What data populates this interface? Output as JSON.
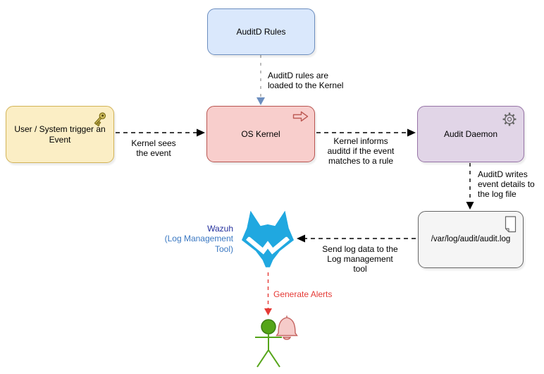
{
  "nodes": {
    "auditd_rules": {
      "label": "AuditD Rules"
    },
    "user_event": {
      "label": "User / System trigger an\nEvent",
      "icon": "key-icon"
    },
    "os_kernel": {
      "label": "OS Kernel",
      "icon": "jump-arrow-icon"
    },
    "audit_daemon": {
      "label": "Audit Daemon",
      "icon": "gear-icon"
    },
    "log_file": {
      "label": "/var/log/audit/audit.log",
      "icon": "document-icon"
    },
    "wazuh": {
      "title": "Wazuh",
      "subtitle": "(Log Management\nTool)",
      "icon": "wazuh-fox-logo"
    },
    "alert_recipient": {
      "icons": [
        "person-icon",
        "bell-icon"
      ]
    }
  },
  "edges": {
    "rules_to_kernel": {
      "label": "AuditD rules are\nloaded to the Kernel",
      "style": "dashed",
      "line_color": "#999999",
      "arrowhead_color": "#6c8ebf"
    },
    "user_to_kernel": {
      "label": "Kernel sees\nthe event",
      "style": "dashed",
      "line_color": "#000000"
    },
    "kernel_to_daemon": {
      "label": "Kernel informs\nauditd if the event\nmatches to a rule",
      "style": "dashed",
      "line_color": "#000000"
    },
    "daemon_to_log": {
      "label": "AuditD writes\nevent details to\nthe log file",
      "style": "dashed",
      "line_color": "#000000"
    },
    "log_to_wazuh": {
      "label": "Send log data to the\nLog management\ntool",
      "style": "dashed",
      "line_color": "#000000"
    },
    "wazuh_to_alert": {
      "label": "Generate Alerts",
      "style": "dashed",
      "line_color": "#e53935"
    }
  },
  "colors": {
    "background": "#ffffff",
    "auditd_rules_fill": "#dae8fc",
    "auditd_rules_border": "#6c8ebf",
    "user_event_fill": "#fbeec5",
    "user_event_border": "#d2b356",
    "os_kernel_fill": "#f8cecc",
    "os_kernel_border": "#b85450",
    "audit_daemon_fill": "#e1d5e7",
    "audit_daemon_border": "#9673a6",
    "log_file_fill": "#f5f5f5",
    "log_file_border": "#666666",
    "wazuh_brand_blue": "#20a8e0",
    "wazuh_title_text": "#222e9c",
    "wazuh_subtitle_text": "#3a78c2",
    "alert_red": "#e53935",
    "figure_green": "#55a519",
    "bell_fill": "#f5cbc9",
    "bell_border": "#c4625e"
  }
}
